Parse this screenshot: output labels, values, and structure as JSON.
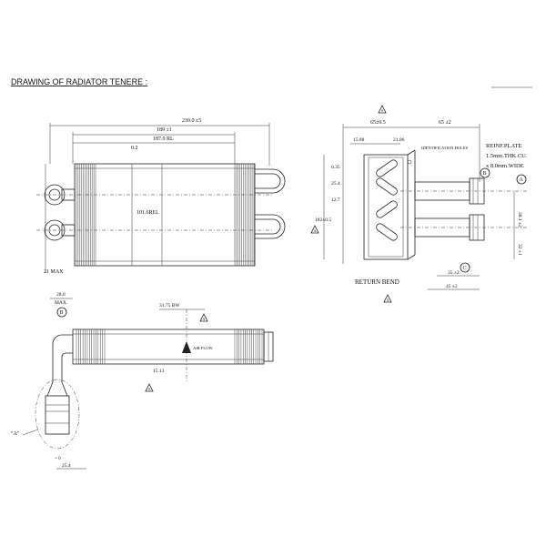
{
  "title": "DRAWING OF RADIATOR TENERE :",
  "front_view": {
    "overall_length": "239.0 ±5",
    "core_outer": "189 ±1",
    "core_fin": "187.0 RL",
    "top_offset": "0.2",
    "height": "101.6REL",
    "bottom": "21 MAX"
  },
  "side_view": {
    "width_top": "65±0.5",
    "width_right": "65 ±2",
    "d1": "15.88",
    "d2": "21.06",
    "id_holes": "IDENTIFICATION HOLES",
    "reinf_line1": "REINF.PLATE",
    "reinf_line2": "1.5mm.THK.CU.",
    "reinf_line3": "x 8.0mm.WIDE",
    "d3": "6.35",
    "d4": "25.4",
    "d5": "12.7",
    "height": "102±0.5",
    "d6": "38.1 ±2",
    "d7": "32 ±1",
    "d8": "35 ±2",
    "d9": "45 ±2",
    "return_bend": "RETURN BEND"
  },
  "bottom_view": {
    "d1": "28.0",
    "d1b": "MAX.",
    "d2": "31.75 BW",
    "air_flow": "AIR FLOW",
    "d3": "15.13",
    "d4": "+ 0",
    "d5": "25.4",
    "detail_a": "\"A\""
  },
  "markers": {
    "a": "A",
    "b": "B",
    "c": "C"
  }
}
